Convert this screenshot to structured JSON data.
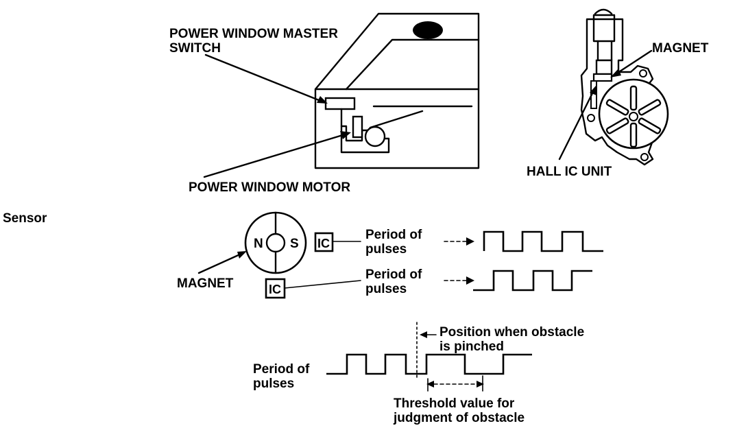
{
  "labels": {
    "master_switch_line1": "POWER WINDOW MASTER",
    "master_switch_line2": "SWITCH",
    "motor": "POWER WINDOW MOTOR",
    "magnet_top": "MAGNET",
    "hall_ic": "HALL IC UNIT",
    "sensor": "Sensor",
    "magnet_n": "N",
    "magnet_s": "S",
    "ic_top": "IC",
    "ic_bottom": "IC",
    "magnet_bottom": "MAGNET",
    "period_a_line1": "Period of",
    "period_a_line2": "pulses",
    "period_b_line1": "Period of",
    "period_b_line2": "pulses",
    "period_c_line1": "Period of",
    "period_c_line2": "pulses",
    "obstacle_line1": "Position when obstacle",
    "obstacle_line2": "is pinched",
    "threshold_line1": "Threshold value for",
    "threshold_line2": "judgment of obstacle"
  },
  "colors": {
    "ink": "#000000",
    "background": "#ffffff"
  }
}
